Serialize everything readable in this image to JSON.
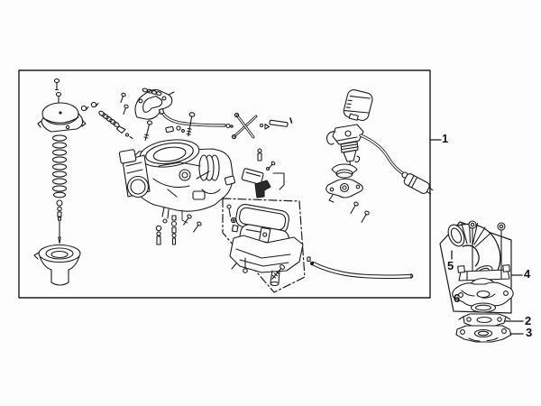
{
  "figure": {
    "kind": "exploded-parts-diagram",
    "subject": "carburetor-assembly",
    "background_color": "#fdfdfd",
    "line_color": "#1c1c1c"
  },
  "callouts": [
    {
      "id": "1",
      "label": "1"
    },
    {
      "id": "2",
      "label": "2"
    },
    {
      "id": "3",
      "label": "3"
    },
    {
      "id": "4",
      "label": "4"
    },
    {
      "id": "5",
      "label": "5"
    },
    {
      "id": "6",
      "label": "6"
    }
  ]
}
